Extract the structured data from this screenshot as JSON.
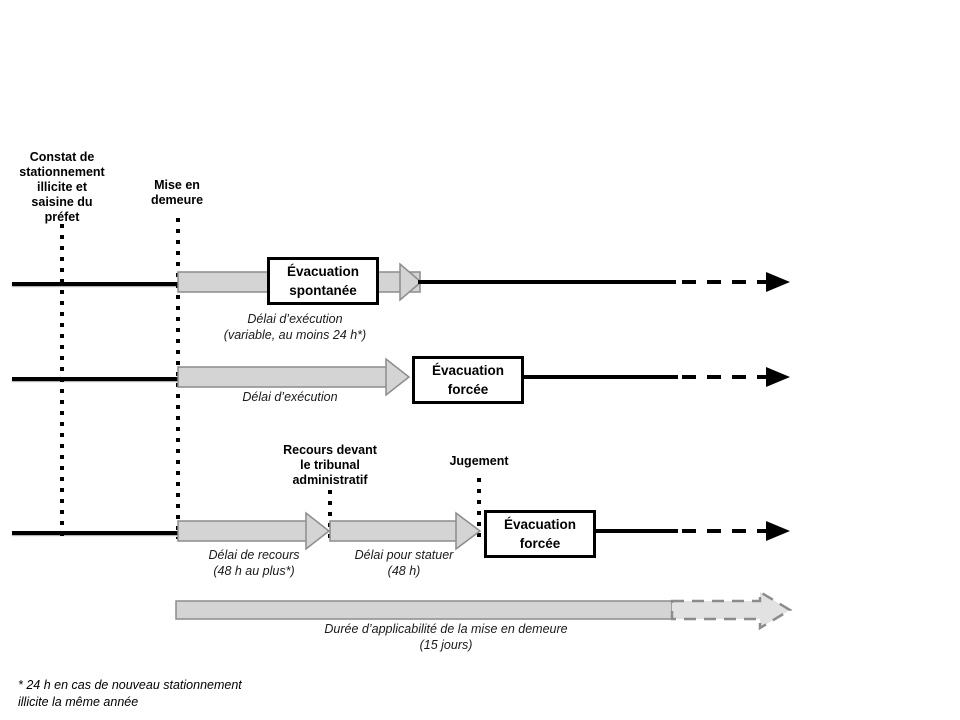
{
  "diagram": {
    "title_text": "",
    "events": [
      {
        "id": "constat",
        "label": "Constat de\nstationnement\nillicite et\nsaisine du\npréfet"
      },
      {
        "id": "mise-en-demeure",
        "label": "Mise en\ndemeure"
      },
      {
        "id": "recours",
        "label": "Recours devant\nle tribunal\nadministratif"
      },
      {
        "id": "jugement",
        "label": "Jugement"
      }
    ],
    "boxes": [
      {
        "id": "evacuation-spontanee",
        "label": "Évacuation\nspontanée"
      },
      {
        "id": "evacuation-forcee-2",
        "label": "Évacuation\nforcée"
      },
      {
        "id": "evacuation-forcee-3",
        "label": "Évacuation\nforcée"
      }
    ],
    "delays": [
      {
        "id": "delai-execution-variable",
        "label": "Délai d’exécution\n(variable, au moins 24 h*)"
      },
      {
        "id": "delai-execution",
        "label": "Délai d’exécution"
      },
      {
        "id": "delai-de-recours",
        "label": "Délai de recours\n(48 h au plus*)"
      },
      {
        "id": "delai-pour-statuer",
        "label": "Délai pour statuer\n(48 h)"
      },
      {
        "id": "duree-applicabilite",
        "label": "Durée d’applicabilité de la mise en demeure\n(15 jours)"
      }
    ],
    "footnote": "* 24 h en cas de nouveau stationnement\nillicite  la même année",
    "colors": {
      "line": "#000000",
      "arrow_fill": "#d4d4d4",
      "arrow_stroke": "#8c8c8c",
      "box_border": "#000000",
      "background": "#ffffff",
      "text": "#000000"
    }
  }
}
